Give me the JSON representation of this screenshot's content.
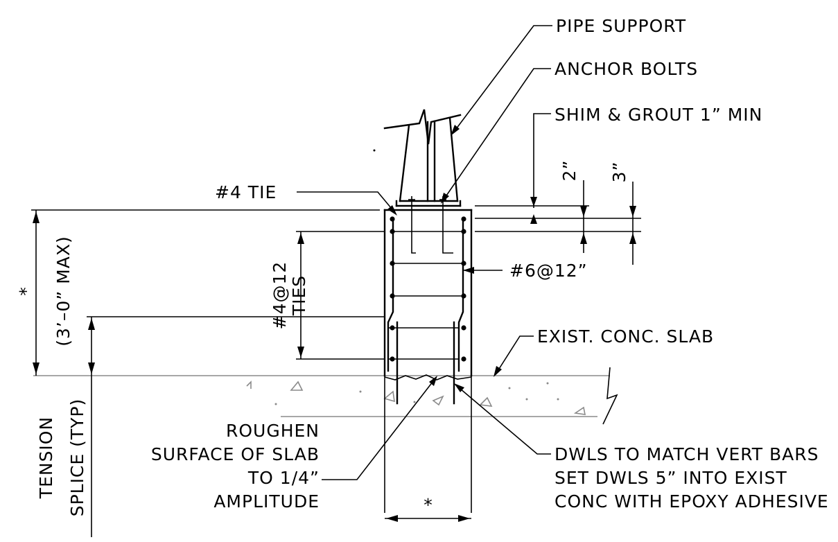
{
  "labels": {
    "pipe_support": "PIPE SUPPORT",
    "anchor_bolts": "ANCHOR BOLTS",
    "shim_grout": "SHIM & GROUT 1” MIN",
    "tie": "#4 TIE",
    "vert_bars": "#6@12”",
    "ties_spacing_1": "#4@12",
    "ties_spacing_2": "TIES",
    "exist_slab": "EXIST. CONC. SLAB",
    "height_star": "*",
    "height_max": "(3’–0” MAX)",
    "splice_1": "TENSION",
    "splice_2": "SPLICE (TYP)",
    "roughen_1": "ROUGHEN",
    "roughen_2": "SURFACE OF SLAB",
    "roughen_3": "TO 1/4”",
    "roughen_4": "AMPLITUDE",
    "dwls_1": "DWLS TO MATCH VERT BARS",
    "dwls_2": "SET DWLS 5” INTO EXIST",
    "dwls_3": "CONC WITH EPOXY ADHESIVE",
    "width_star": "*",
    "dim_2in": "2”",
    "dim_3in": "3”"
  }
}
